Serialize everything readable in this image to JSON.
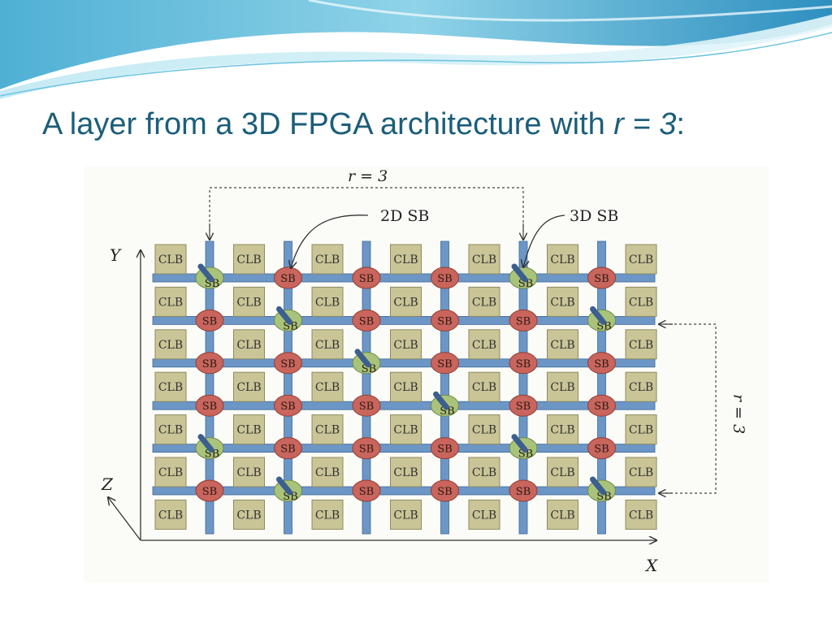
{
  "slide": {
    "title_prefix": "A layer from a 3D FPGA architecture with ",
    "title_italic": "r = 3",
    "title_suffix": ":"
  },
  "diagram": {
    "clb_label": "CLB",
    "sb_label": "SB",
    "label_2d_sb": "2D SB",
    "label_3d_sb": "3D SB",
    "r_top": "r = 3",
    "r_side": "r = 3",
    "axis_y": "Y",
    "axis_x": "X",
    "axis_z": "Z",
    "clb_grid": {
      "columns": 7,
      "rows": 7
    },
    "sb_grid": {
      "columns": 6,
      "rows": 6
    },
    "sb_3d_positions": [
      [
        0,
        0
      ],
      [
        0,
        4
      ],
      [
        1,
        1
      ],
      [
        1,
        5
      ],
      [
        2,
        2
      ],
      [
        3,
        3
      ],
      [
        4,
        0
      ],
      [
        4,
        4
      ],
      [
        5,
        1
      ],
      [
        5,
        5
      ]
    ],
    "colors": {
      "clb_fill": "#c9c597",
      "clb_stroke": "#8f8a5e",
      "wire": "#6b96c6",
      "wire_stroke": "#3f6a9c",
      "sb_2d": "#c9655c",
      "sb_3d": "#a9c47a",
      "via": "#3c5f8f",
      "title": "#1b5e7a"
    }
  }
}
